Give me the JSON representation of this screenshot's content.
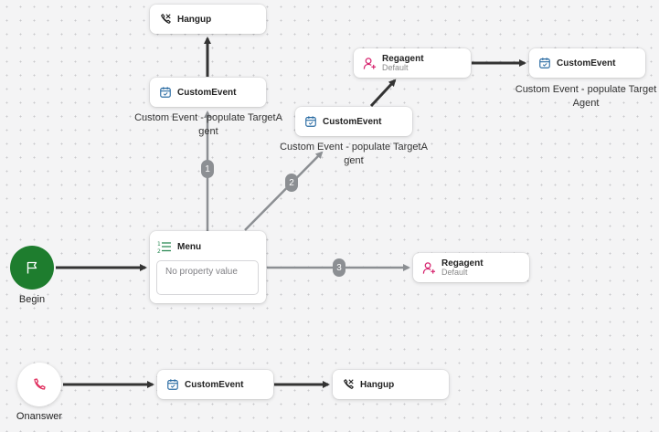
{
  "nodes": {
    "hangup_top": {
      "title": "Hangup",
      "icon": "hangup-icon"
    },
    "custom_event_left": {
      "title": "CustomEvent",
      "icon": "calendar-check-icon",
      "caption": "Custom Event - populate TargetAgent"
    },
    "regagent_top": {
      "title": "Regagent",
      "subtitle": "Default",
      "icon": "user-plus-icon"
    },
    "custom_event_right": {
      "title": "CustomEvent",
      "icon": "calendar-check-icon",
      "caption": "Custom Event - populate TargetAgent"
    },
    "custom_event_mid": {
      "title": "CustomEvent",
      "icon": "calendar-check-icon",
      "caption": "Custom Event - populate TargetAgent"
    },
    "menu": {
      "title": "Menu",
      "icon": "numbered-list-icon",
      "placeholder": "No property value"
    },
    "regagent_right": {
      "title": "Regagent",
      "subtitle": "Default",
      "icon": "user-plus-icon"
    },
    "custom_event_bottom": {
      "title": "CustomEvent",
      "icon": "calendar-check-icon"
    },
    "hangup_bottom": {
      "title": "Hangup",
      "icon": "hangup-icon"
    },
    "begin": {
      "label": "Begin",
      "icon": "flag-icon",
      "color": "#1e7d2e"
    },
    "onanswer": {
      "label": "Onanswer",
      "icon": "phone-icon",
      "color": "#e0305f"
    }
  },
  "edges": {
    "menu_option_1": "1",
    "menu_option_2": "2",
    "menu_option_3": "3"
  },
  "colors": {
    "edge_dark": "#333333",
    "edge_grey": "#8c8f93",
    "calendar_icon": "#2b6ca3",
    "regagent_icon": "#d6246e",
    "menu_icon": "#2e8b57"
  }
}
